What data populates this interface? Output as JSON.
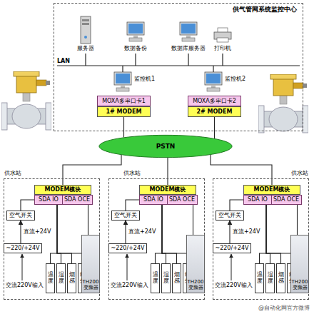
{
  "diagram": {
    "nodes": [
      {
        "text": [
          "供气管网系统监控中心"
        ]
      },
      {
        "text": [
          "MOXA多串口卡1"
        ],
        "in": 0
      },
      {
        "text": [
          "1# MODEM"
        ],
        "in": 0
      },
      {
        "text": [
          "MOXA多串口卡2"
        ],
        "in": 0
      },
      {
        "text": [
          "2# MODEM"
        ],
        "in": 0
      },
      {
        "text": [
          "PSTN"
        ]
      },
      {
        "text": [
          "供水站"
        ]
      },
      {
        "text": [
          "MODEM模块"
        ],
        "in": 6
      },
      {
        "text": [
          "SDA IO"
        ],
        "in": 6
      },
      {
        "text": [
          "SDA OCE"
        ],
        "in": 6
      },
      {
        "text": [
          "空气开关"
        ],
        "in": 6
      },
      {
        "text": [
          "~220/+24V"
        ],
        "in": 6
      },
      {
        "text": [
          "温度"
        ],
        "in": 6
      },
      {
        "text": [
          "湿度"
        ],
        "in": 6
      },
      {
        "text": [
          "烟感"
        ],
        "in": 6
      },
      {
        "text": [
          "红外"
        ],
        "in": 6
      },
      {
        "text": [
          "TH200 变频器"
        ],
        "in": 6
      },
      {
        "text": [
          "供水站"
        ]
      },
      {
        "text": [
          "MODEM模块"
        ],
        "in": 17
      },
      {
        "text": [
          "SDA IO"
        ],
        "in": 17
      },
      {
        "text": [
          "SDA OCE"
        ],
        "in": 17
      },
      {
        "text": [
          "空气开关"
        ],
        "in": 17
      },
      {
        "text": [
          "~220/+24V"
        ],
        "in": 17
      },
      {
        "text": [
          "温度"
        ],
        "in": 17
      },
      {
        "text": [
          "湿度"
        ],
        "in": 17
      },
      {
        "text": [
          "烟感"
        ],
        "in": 17
      },
      {
        "text": [
          "红外"
        ],
        "in": 17
      },
      {
        "text": [
          "TH200 变频器"
        ],
        "in": 17
      },
      {
        "text": [
          "供水站"
        ]
      },
      {
        "text": [
          "MODEM模块"
        ],
        "in": 28
      },
      {
        "text": [
          "SDA IO"
        ],
        "in": 28
      },
      {
        "text": [
          "SDA OCE"
        ],
        "in": 28
      },
      {
        "text": [
          "空气开关"
        ],
        "in": 28
      },
      {
        "text": [
          "~220/+24V"
        ],
        "in": 28
      },
      {
        "text": [
          "温度"
        ],
        "in": 28
      },
      {
        "text": [
          "湿度"
        ],
        "in": 28
      },
      {
        "text": [
          "烟感"
        ],
        "in": 28
      },
      {
        "text": [
          "红外"
        ],
        "in": 28
      },
      {
        "text": [
          "TH200 变频器"
        ],
        "in": 28
      }
    ],
    "edges": [
      {
        "from": 2,
        "to": 5,
        "arrow": "none"
      },
      {
        "from": 4,
        "to": 5,
        "arrow": "none"
      },
      {
        "from": 5,
        "to": 7,
        "arrow": "none"
      },
      {
        "from": 5,
        "to": 18,
        "arrow": "none"
      },
      {
        "from": 5,
        "to": 29,
        "arrow": "none"
      },
      {
        "from": 11,
        "to": 10,
        "arrow": "to",
        "label": "直流+24V"
      },
      {
        "from": 10,
        "to": 8,
        "arrow": "none"
      },
      {
        "from": 12,
        "to": 8,
        "arrow": "none"
      },
      {
        "from": 13,
        "to": 8,
        "arrow": "none"
      },
      {
        "from": 14,
        "to": 8,
        "arrow": "none"
      },
      {
        "from": 15,
        "to": 8,
        "arrow": "none"
      },
      {
        "from": 16,
        "to": 9,
        "arrow": "none"
      },
      {
        "from": 22,
        "to": 21,
        "arrow": "to",
        "label": "直流+24V"
      },
      {
        "from": 21,
        "to": 19,
        "arrow": "none"
      },
      {
        "from": 23,
        "to": 19,
        "arrow": "none"
      },
      {
        "from": 24,
        "to": 19,
        "arrow": "none"
      },
      {
        "from": 25,
        "to": 19,
        "arrow": "none"
      },
      {
        "from": 26,
        "to": 19,
        "arrow": "none"
      },
      {
        "from": 27,
        "to": 20,
        "arrow": "none"
      },
      {
        "from": 33,
        "to": 32,
        "arrow": "to",
        "label": "直流+24V"
      },
      {
        "from": 32,
        "to": 30,
        "arrow": "none"
      },
      {
        "from": 34,
        "to": 30,
        "arrow": "none"
      },
      {
        "from": 35,
        "to": 30,
        "arrow": "none"
      },
      {
        "from": 36,
        "to": 30,
        "arrow": "none"
      },
      {
        "from": 37,
        "to": 30,
        "arrow": "none"
      },
      {
        "from": 38,
        "to": 31,
        "arrow": "none"
      }
    ],
    "labels": [
      "服务器",
      "数据备份",
      "数据库服务器",
      "打印机",
      "LAN",
      "监控机1",
      "监控机2",
      "交流220V输入",
      "交流220V输入",
      "交流220V输入",
      "@自动化网官方微博"
    ]
  }
}
